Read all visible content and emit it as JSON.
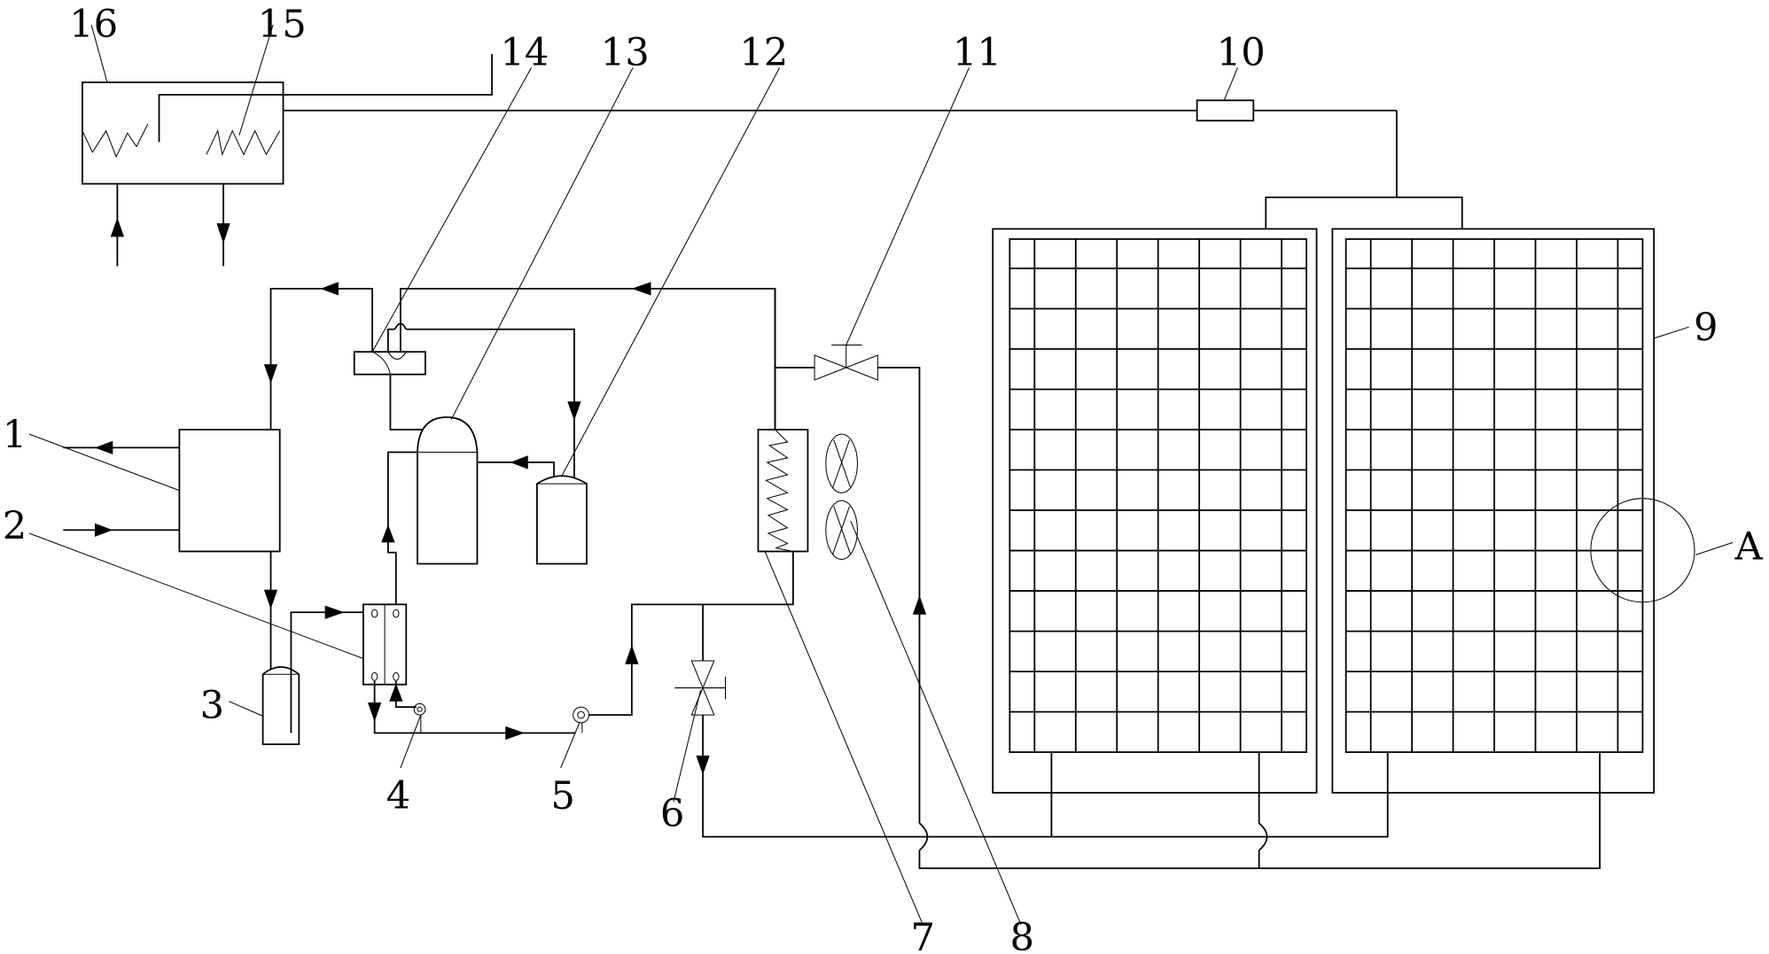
{
  "figure": {
    "type": "patent schematic",
    "description": "Solar PV/T heat pump system schematic with numbered components"
  },
  "labels": {
    "l1": "1",
    "l2": "2",
    "l3": "3",
    "l4": "4",
    "l5": "5",
    "l6": "6",
    "l7": "7",
    "l8": "8",
    "l9": "9",
    "l10": "10",
    "l11": "11",
    "l12": "12",
    "l13": "13",
    "l14": "14",
    "l15": "15",
    "l16": "16",
    "lA": "A"
  },
  "components": [
    {
      "id": "1",
      "name": "heat exchanger box (outlet)"
    },
    {
      "id": "2",
      "name": "plate heat exchanger"
    },
    {
      "id": "3",
      "name": "liquid receiver"
    },
    {
      "id": "4",
      "name": "sensor"
    },
    {
      "id": "5",
      "name": "pump"
    },
    {
      "id": "6",
      "name": "expansion valve"
    },
    {
      "id": "7",
      "name": "coil heat exchanger"
    },
    {
      "id": "8",
      "name": "fans"
    },
    {
      "id": "9",
      "name": "PV/T solar panel"
    },
    {
      "id": "10",
      "name": "inline component"
    },
    {
      "id": "11",
      "name": "valve"
    },
    {
      "id": "12",
      "name": "gas-liquid separator"
    },
    {
      "id": "13",
      "name": "compressor"
    },
    {
      "id": "14",
      "name": "four-way valve"
    },
    {
      "id": "15",
      "name": "water tank coil"
    },
    {
      "id": "16",
      "name": "water tank"
    }
  ],
  "detail_marker": "A",
  "panel_grid": {
    "panels": 2,
    "columns": 8,
    "rows": 13
  }
}
